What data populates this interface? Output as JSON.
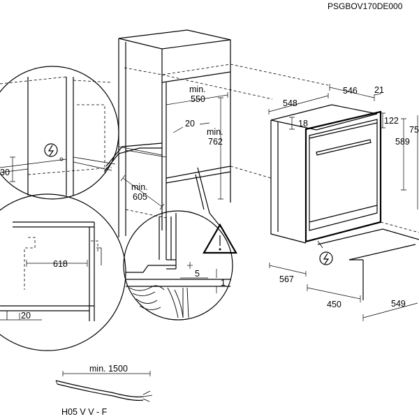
{
  "document_code": "PSGBOV170DE000",
  "dimensions": {
    "niche_width_min": "min.\n550",
    "niche_width_min_l1": "min.",
    "niche_width_min_l2": "550",
    "niche_height_min_l1": "min.",
    "niche_height_min_l2": "762",
    "niche_depth_min_l1": "min.",
    "niche_depth_min_l2": "605",
    "side_gap": "20",
    "top_left_30": "30",
    "oven_width": "548",
    "oven_front_width": "546",
    "oven_front_depth": "21",
    "top_panel": "122",
    "front_height": "589",
    "total_height": "75",
    "top_gap": "18",
    "body_depth": "567",
    "bottom_depth": "450",
    "total_depth": "549",
    "inner_width": "618",
    "floor_gap": "20",
    "detail_5": "5",
    "detail_1": "1",
    "cable_length": "min. 1500",
    "cable_type": "H05 V V - F"
  },
  "icons": {
    "warning": "warning-triangle-icon",
    "electric": "electric-plug-icon"
  }
}
